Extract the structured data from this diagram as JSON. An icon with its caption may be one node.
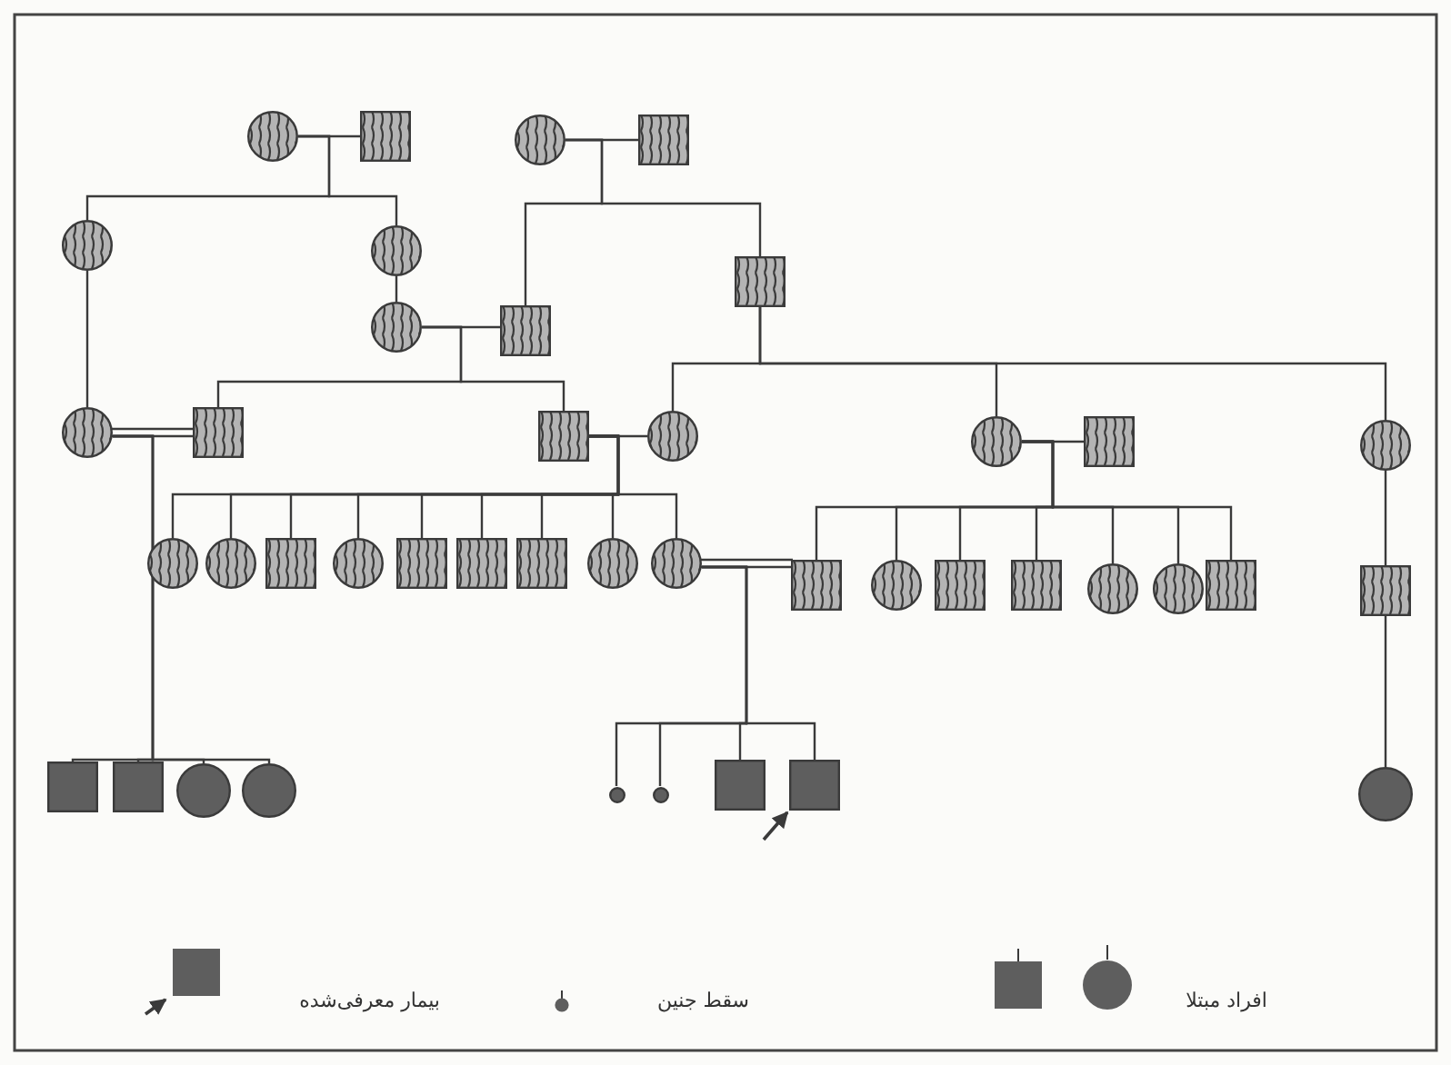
{
  "diagram": {
    "nodes": [
      {
        "text": [],
        "shape": "circle"
      },
      {
        "text": [],
        "shape": "box"
      },
      {
        "text": [],
        "shape": "circle"
      },
      {
        "text": [],
        "shape": "box"
      },
      {
        "text": [],
        "shape": "circle"
      },
      {
        "text": [],
        "shape": "circle"
      },
      {
        "text": [],
        "shape": "box"
      },
      {
        "text": [],
        "shape": "circle"
      },
      {
        "text": [],
        "shape": "box"
      },
      {
        "text": [],
        "shape": "circle"
      },
      {
        "text": [],
        "shape": "box"
      },
      {
        "text": [],
        "shape": "box"
      },
      {
        "text": [],
        "shape": "circle"
      },
      {
        "text": [],
        "shape": "circle"
      },
      {
        "text": [],
        "shape": "box"
      },
      {
        "text": [],
        "shape": "circle"
      },
      {
        "text": [],
        "shape": "circle"
      },
      {
        "text": [],
        "shape": "circle"
      },
      {
        "text": [],
        "shape": "box"
      },
      {
        "text": [],
        "shape": "circle"
      },
      {
        "text": [],
        "shape": "box"
      },
      {
        "text": [],
        "shape": "box"
      },
      {
        "text": [],
        "shape": "box"
      },
      {
        "text": [],
        "shape": "circle"
      },
      {
        "text": [],
        "shape": "circle"
      },
      {
        "text": [],
        "shape": "box"
      },
      {
        "text": [],
        "shape": "circle"
      },
      {
        "text": [],
        "shape": "box"
      },
      {
        "text": [],
        "shape": "box"
      },
      {
        "text": [],
        "shape": "circle"
      },
      {
        "text": [],
        "shape": "circle"
      },
      {
        "text": [],
        "shape": "box"
      },
      {
        "text": [],
        "shape": "box"
      },
      {
        "text": [],
        "shape": "block"
      },
      {
        "text": [],
        "shape": "block"
      },
      {
        "text": [],
        "shape": "disc"
      },
      {
        "text": [],
        "shape": "disc"
      },
      {
        "text": [],
        "shape": "dot"
      },
      {
        "text": [],
        "shape": "dot"
      },
      {
        "text": [],
        "shape": "block"
      },
      {
        "text": [],
        "shape": "block"
      },
      {
        "text": [],
        "shape": "disc"
      }
    ],
    "edges": [
      {
        "from": 0,
        "to": 1,
        "arrow": "none"
      },
      {
        "from": 2,
        "to": 3,
        "arrow": "none"
      },
      {
        "from": 0,
        "to": 4,
        "arrow": "none"
      },
      {
        "from": 0,
        "to": 5,
        "arrow": "none"
      },
      {
        "from": 2,
        "to": 8,
        "arrow": "none"
      },
      {
        "from": 2,
        "to": 6,
        "arrow": "none"
      },
      {
        "from": 5,
        "to": 7,
        "arrow": "none"
      },
      {
        "from": 7,
        "to": 8,
        "arrow": "none"
      },
      {
        "from": 7,
        "to": 10,
        "arrow": "none"
      },
      {
        "from": 7,
        "to": 11,
        "arrow": "none"
      },
      {
        "from": 4,
        "to": 9,
        "arrow": "none"
      },
      {
        "from": 9,
        "to": 10,
        "arrow": "none"
      },
      {
        "from": 11,
        "to": 12,
        "arrow": "none"
      },
      {
        "from": 6,
        "to": 12,
        "arrow": "none"
      },
      {
        "from": 6,
        "to": 13,
        "arrow": "none"
      },
      {
        "from": 6,
        "to": 15,
        "arrow": "none"
      },
      {
        "from": 13,
        "to": 14,
        "arrow": "none"
      },
      {
        "from": 11,
        "to": 16,
        "arrow": "none"
      },
      {
        "from": 11,
        "to": 17,
        "arrow": "none"
      },
      {
        "from": 11,
        "to": 18,
        "arrow": "none"
      },
      {
        "from": 11,
        "to": 19,
        "arrow": "none"
      },
      {
        "from": 11,
        "to": 20,
        "arrow": "none"
      },
      {
        "from": 11,
        "to": 21,
        "arrow": "none"
      },
      {
        "from": 11,
        "to": 22,
        "arrow": "none"
      },
      {
        "from": 11,
        "to": 23,
        "arrow": "none"
      },
      {
        "from": 11,
        "to": 24,
        "arrow": "none"
      },
      {
        "from": 24,
        "to": 25,
        "arrow": "none"
      },
      {
        "from": 13,
        "to": 25,
        "arrow": "none"
      },
      {
        "from": 13,
        "to": 26,
        "arrow": "none"
      },
      {
        "from": 13,
        "to": 27,
        "arrow": "none"
      },
      {
        "from": 13,
        "to": 28,
        "arrow": "none"
      },
      {
        "from": 13,
        "to": 29,
        "arrow": "none"
      },
      {
        "from": 13,
        "to": 30,
        "arrow": "none"
      },
      {
        "from": 13,
        "to": 31,
        "arrow": "none"
      },
      {
        "from": 15,
        "to": 32,
        "arrow": "none"
      },
      {
        "from": 9,
        "to": 33,
        "arrow": "none"
      },
      {
        "from": 9,
        "to": 34,
        "arrow": "none"
      },
      {
        "from": 9,
        "to": 35,
        "arrow": "none"
      },
      {
        "from": 9,
        "to": 36,
        "arrow": "none"
      },
      {
        "from": 24,
        "to": 37,
        "arrow": "none"
      },
      {
        "from": 24,
        "to": 38,
        "arrow": "none"
      },
      {
        "from": 24,
        "to": 39,
        "arrow": "none"
      },
      {
        "from": 24,
        "to": 40,
        "arrow": "none"
      },
      {
        "from": null,
        "to": 40,
        "arrow": "to"
      },
      {
        "from": 32,
        "to": 41,
        "arrow": "none"
      }
    ],
    "legend": [
      {
        "text": "افراد مبتلا"
      },
      {
        "text": "سقط جنین"
      },
      {
        "text": "بیمار معرفی‌شده"
      }
    ]
  }
}
